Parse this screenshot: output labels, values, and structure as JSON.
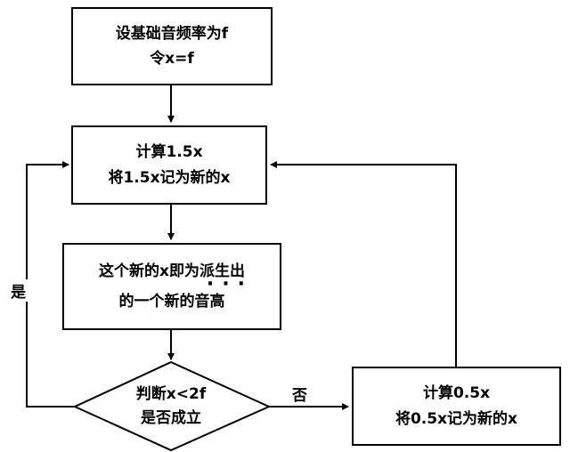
{
  "flowchart": {
    "nodes": {
      "start": {
        "line1": "设基础音频率为f",
        "line2": "令x=f"
      },
      "calc_1_5x": {
        "line1": "计算1.5x",
        "line2": "将1.5x记为新的x"
      },
      "new_pitch": {
        "line1": "这个新的x即为派生出",
        "emphasis_dots": "···",
        "line2": "的一个新的音高"
      },
      "decision": {
        "line1": "判断x<2f",
        "line2": "是否成立"
      },
      "calc_0_5x": {
        "line1": "计算0.5x",
        "line2": "将0.5x记为新的x"
      }
    },
    "edge_labels": {
      "yes": "是",
      "no": "否"
    },
    "colors": {
      "line": "#000000",
      "text": "#000000",
      "background": "#ffffff"
    }
  }
}
